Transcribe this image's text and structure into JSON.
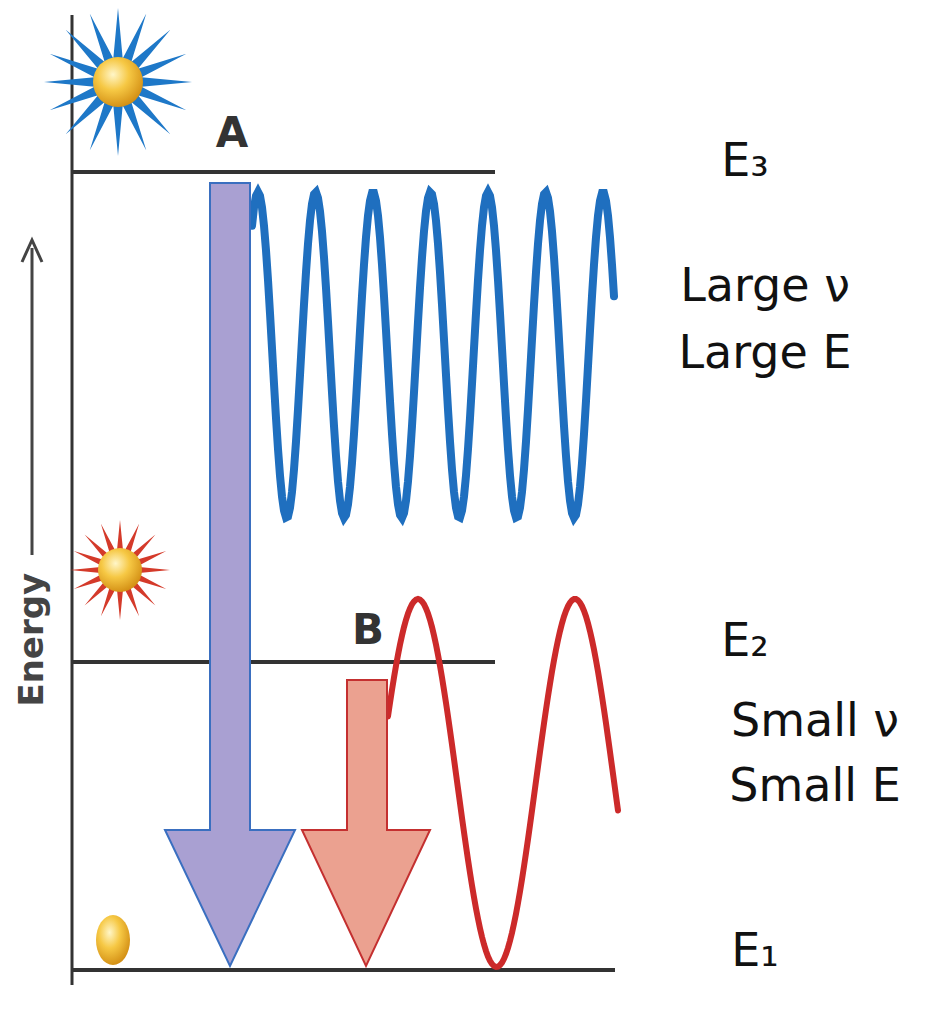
{
  "diagram": {
    "labels": [
      "Energy",
      "A",
      "B",
      "E₃",
      "Large ν",
      "Large E",
      "E₂",
      "Small ν",
      "Small E",
      "E₁"
    ]
  }
}
